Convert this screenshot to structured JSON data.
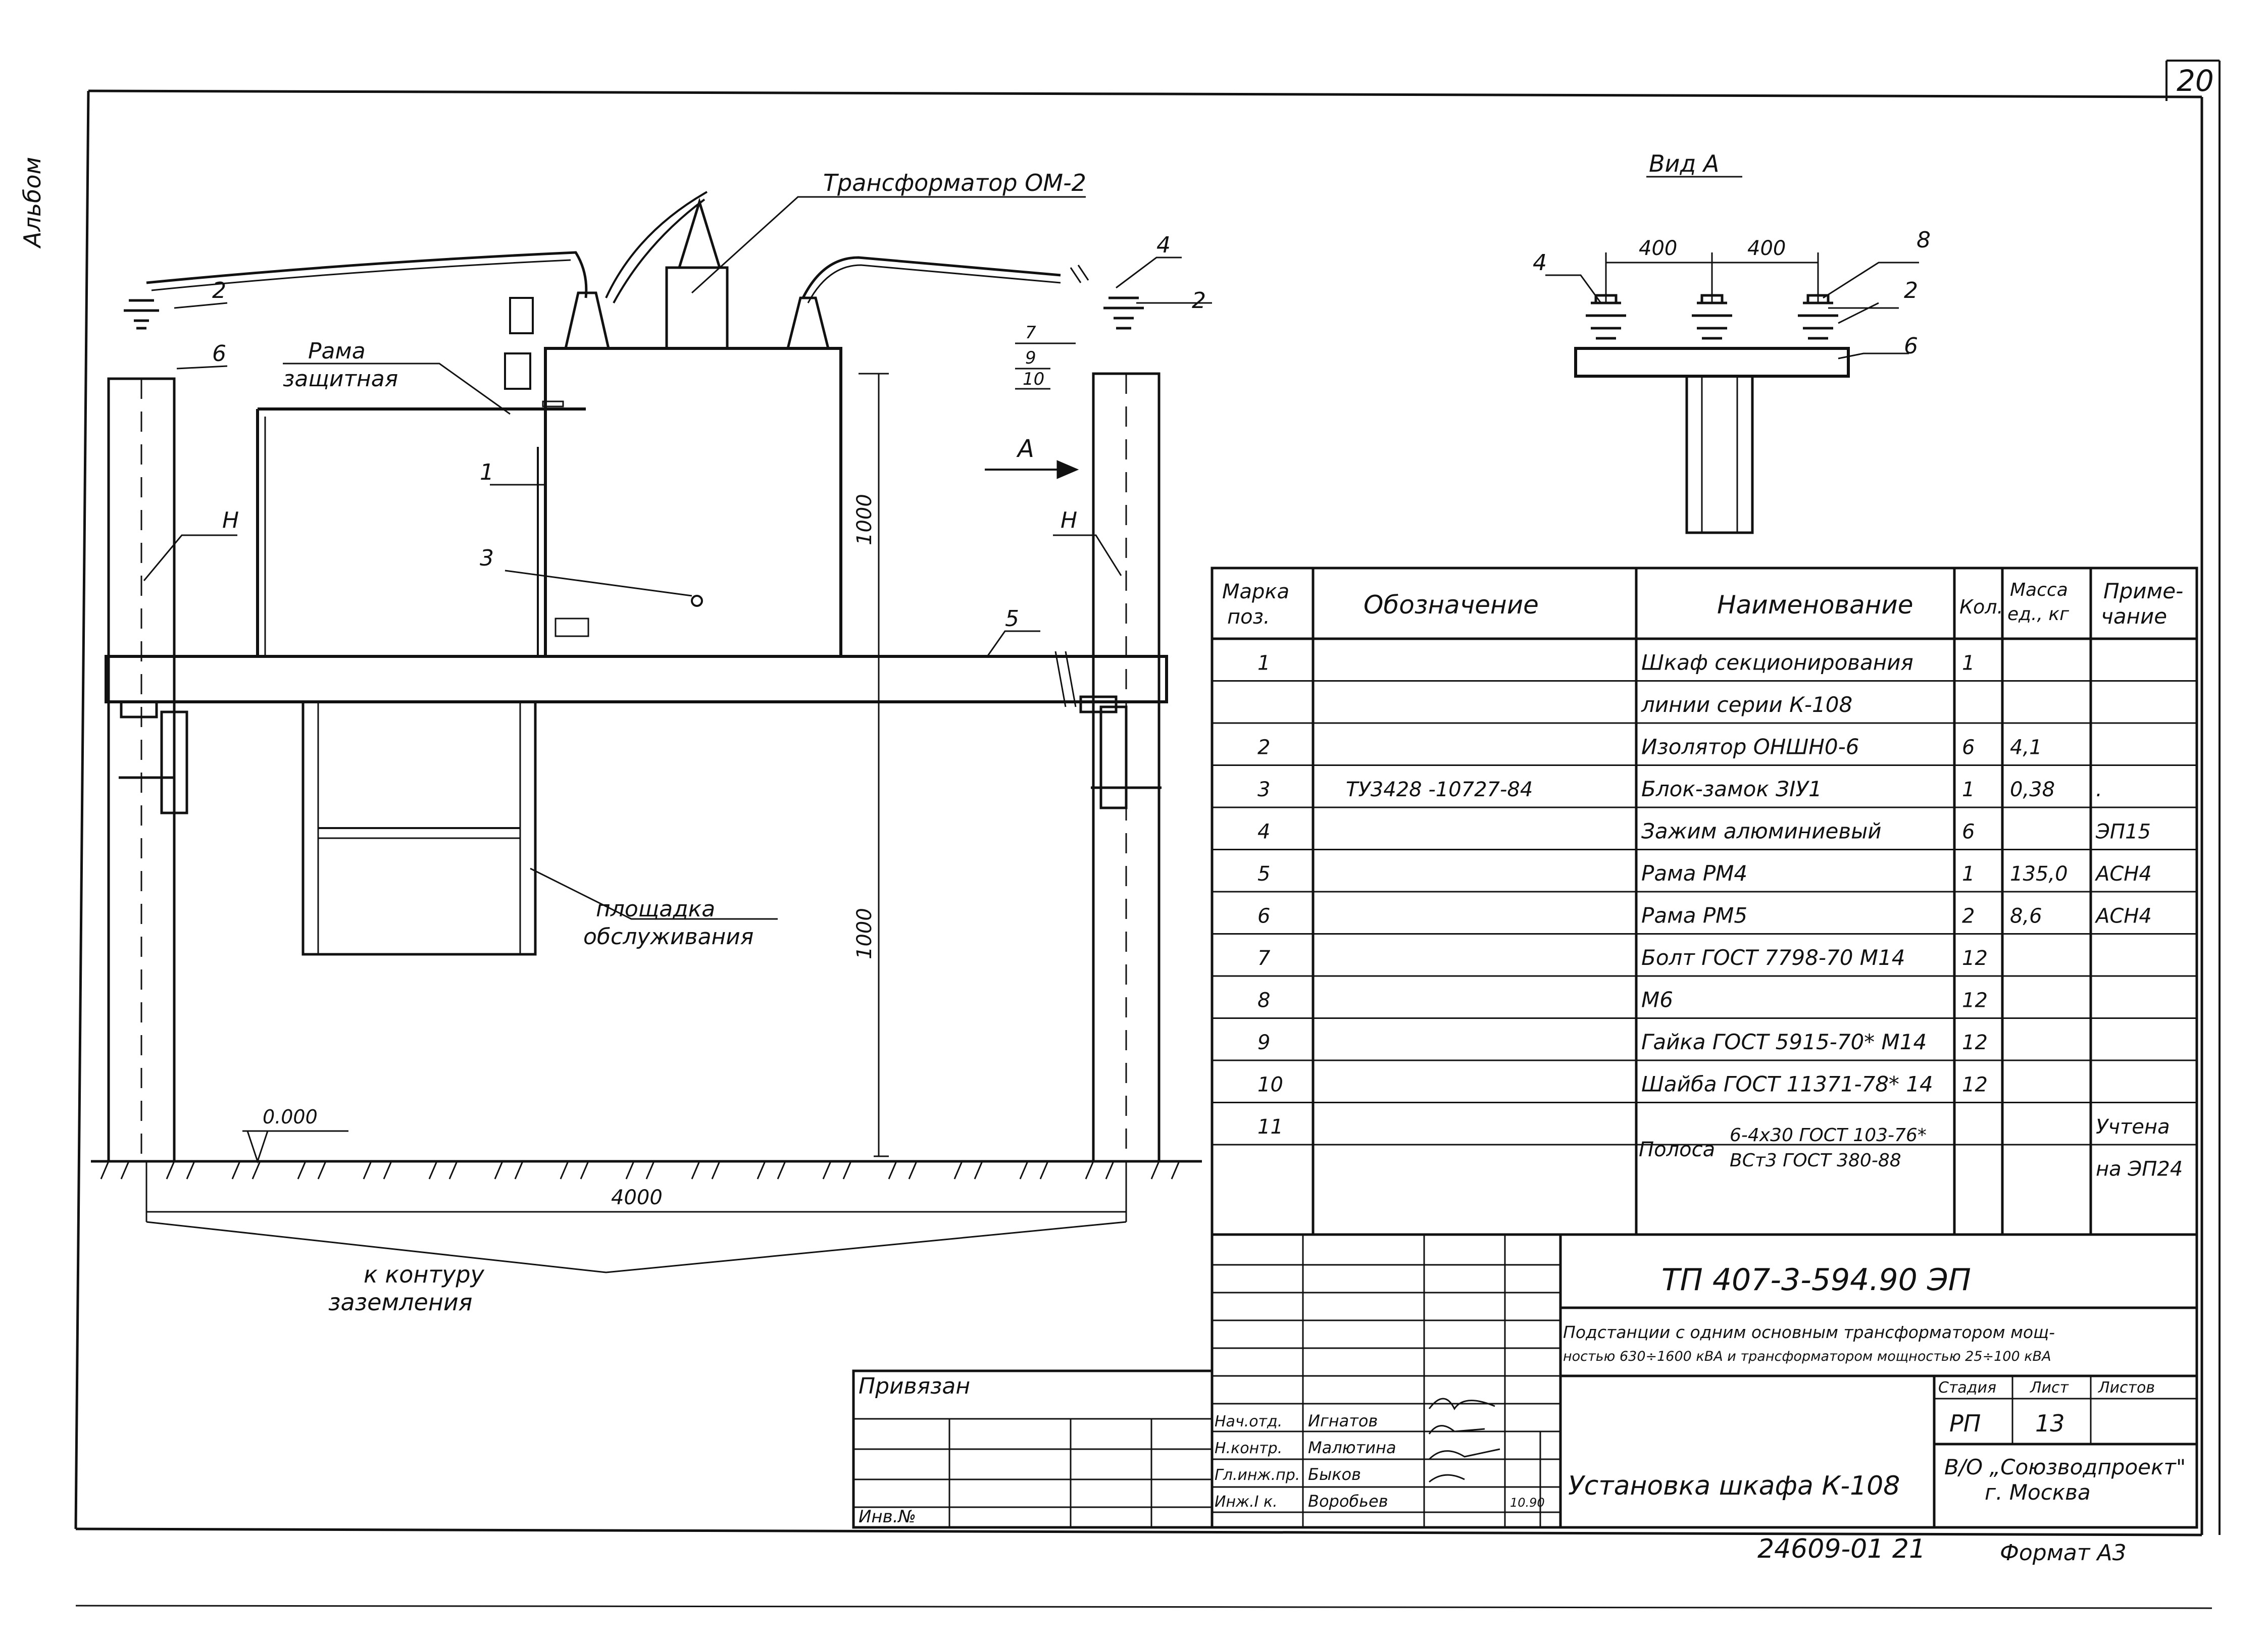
{
  "sheet": {
    "number": "20",
    "stamp_left": "Альбом",
    "format": "Формат А3",
    "inventory": "24609-01  21"
  },
  "drawing": {
    "transformer": "Трансформатор ОМ-2",
    "frame_label_1": "Рама",
    "frame_label_2": "защитная",
    "platform_1": "площадка",
    "platform_2": "обслуживания",
    "ground_1": "к контуру",
    "ground_2": "заземления",
    "elevation": "0.000",
    "dim_width": "4000",
    "dim_h1": "1000",
    "dim_h2": "1000",
    "view_arrow": "А",
    "callouts": {
      "c1": "1",
      "c2a": "2",
      "c2b": "2",
      "c3": "3",
      "c4": "4",
      "c5": "5",
      "c6": "6",
      "c7": "7",
      "c9": "9",
      "c10": "10",
      "cHa": "Н",
      "cHb": "Н"
    }
  },
  "view_a": {
    "title": "Вид А",
    "dim1": "400",
    "dim2": "400",
    "callouts": {
      "c4": "4",
      "c8": "8",
      "c2": "2",
      "c6": "6"
    }
  },
  "spec_table": {
    "headers": {
      "mark_1": "Марка",
      "mark_2": "поз.",
      "designation": "Обозначение",
      "name": "Наименование",
      "qty": "Кол.",
      "mass_1": "Масса",
      "mass_2": "ед., кг",
      "note_1": "Приме-",
      "note_2": "чание"
    },
    "rows": [
      {
        "pos": "1",
        "designation": "",
        "name": "Шкаф секционирования",
        "qty": "1",
        "mass": "",
        "note": ""
      },
      {
        "pos": "",
        "designation": "",
        "name": "линии серии   К-108",
        "qty": "",
        "mass": "",
        "note": ""
      },
      {
        "pos": "2",
        "designation": "",
        "name": "Изолятор ОНШН0-6",
        "qty": "6",
        "mass": "4,1",
        "note": ""
      },
      {
        "pos": "3",
        "designation": "ТУ3428 -10727-84",
        "name": "Блок-замок ЗIУ1",
        "qty": "1",
        "mass": "0,38",
        "note": "."
      },
      {
        "pos": "4",
        "designation": "",
        "name": "Зажим алюминиевый",
        "qty": "6",
        "mass": "",
        "note": "ЭП15"
      },
      {
        "pos": "5",
        "designation": "",
        "name": "Рама РМ4",
        "qty": "1",
        "mass": "135,0",
        "note": "АСН4"
      },
      {
        "pos": "6",
        "designation": "",
        "name": "Рама РМ5",
        "qty": "2",
        "mass": "8,6",
        "note": "АСН4"
      },
      {
        "pos": "7",
        "designation": "",
        "name": "Болт ГОСТ 7798-70 М14",
        "qty": "12",
        "mass": "",
        "note": ""
      },
      {
        "pos": "8",
        "designation": "",
        "name": "М6",
        "qty": "12",
        "mass": "",
        "note": ""
      },
      {
        "pos": "9",
        "designation": "",
        "name": "Гайка ГОСТ 5915-70* М14",
        "qty": "12",
        "mass": "",
        "note": ""
      },
      {
        "pos": "10",
        "designation": "",
        "name": "Шайба ГОСТ 11371-78* 14",
        "qty": "12",
        "mass": "",
        "note": ""
      },
      {
        "pos": "11",
        "designation": "",
        "name": "",
        "qty": "",
        "mass": "",
        "note": "Учтена"
      },
      {
        "pos": "",
        "designation": "",
        "name": "",
        "qty": "",
        "mass": "",
        "note": "на ЭП24"
      }
    ],
    "strip": {
      "word": "Полоса",
      "line1": "6-4х30 ГОСТ 103-76*",
      "line2": "ВСт3 ГОСТ 380-88"
    }
  },
  "title_block": {
    "doc_code": "ТП 407-3-594.90   ЭП",
    "desc_1": "Подстанции с одним основным трансформатором мощ-",
    "desc_2": "ностью 630÷1600 кВА и трансформатором мощностью 25÷100 кВА",
    "stage_h": "Стадия",
    "sheet_h": "Лист",
    "sheets_h": "Листов",
    "stage": "РП",
    "sheet": "13",
    "drawing_title": "Установка шкафа К-108",
    "org_1": "В/О „Союзводпроект\"",
    "org_2": "г. Москва",
    "linked": "Привязан",
    "inv_no": "Инв.№",
    "sign_rows": [
      {
        "role": "Нач.отд.",
        "name": "Игнатов",
        "date": ""
      },
      {
        "role": "Н.контр.",
        "name": "Малютина",
        "date": ""
      },
      {
        "role": "Гл.инж.пр.",
        "name": "Быков",
        "date": ""
      },
      {
        "role": "Инж.I к.",
        "name": "Воробьев",
        "date": "10.90"
      }
    ]
  }
}
